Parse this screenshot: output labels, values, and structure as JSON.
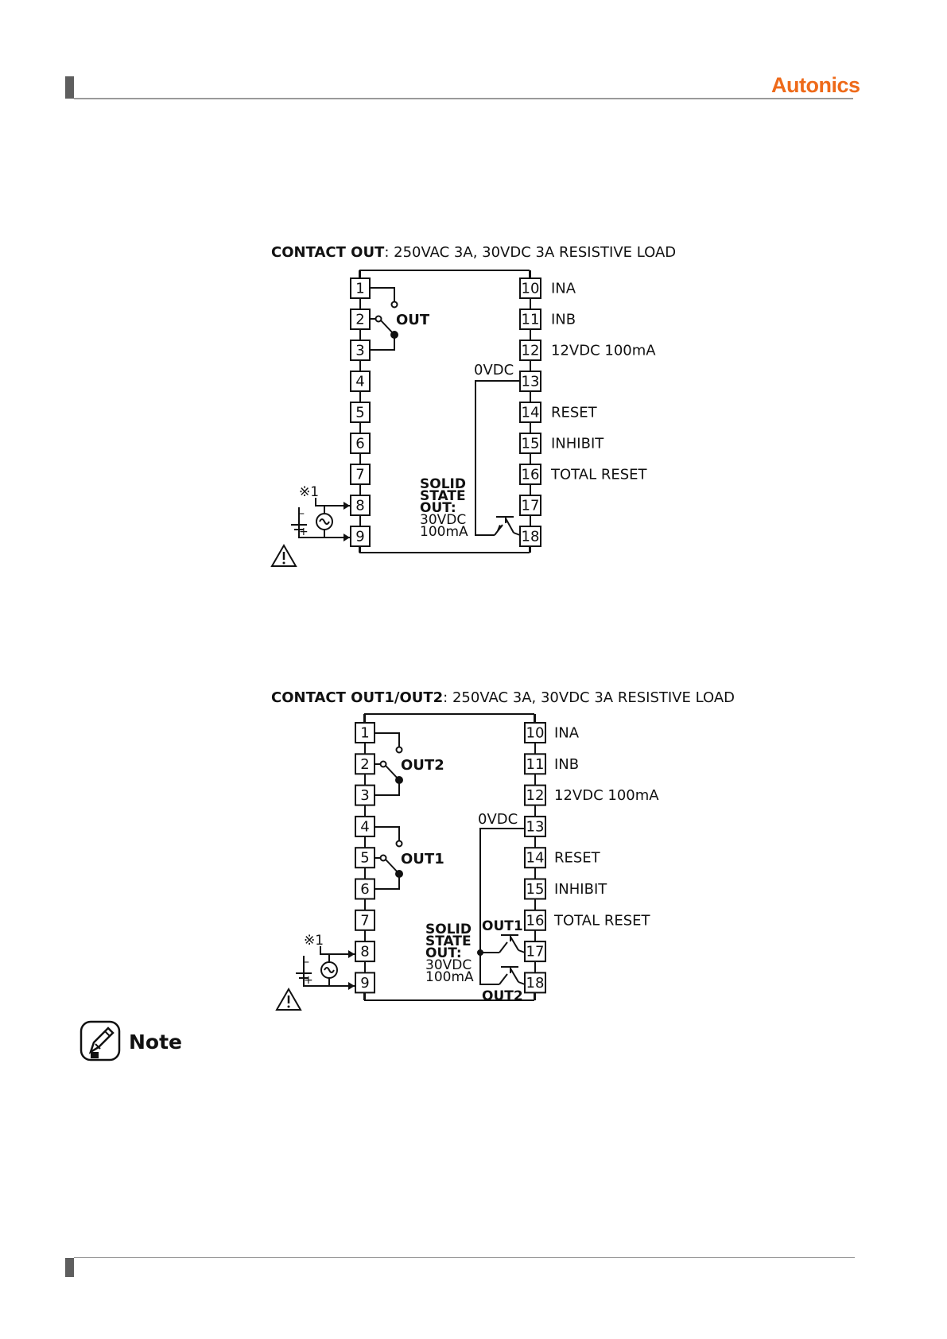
{
  "header": {
    "brand": "Autonics"
  },
  "diagram1": {
    "title_bold": "CONTACT OUT",
    "title_rest": ": 250VAC 3A, 30VDC 3A RESISTIVE LOAD",
    "left_terminals": [
      "1",
      "2",
      "3",
      "4",
      "5",
      "6",
      "7",
      "8",
      "9"
    ],
    "right_terminals": [
      "10",
      "11",
      "12",
      "13",
      "14",
      "15",
      "16",
      "17",
      "18"
    ],
    "right_labels": [
      "INA",
      "INB",
      "12VDC 100mA",
      "",
      "RESET",
      "INHIBIT",
      "TOTAL RESET",
      "",
      ""
    ],
    "relay_label": "OUT",
    "ovdc": "0VDC",
    "ss_lines": [
      "SOLID",
      "STATE",
      "OUT:",
      "30VDC",
      "100mA"
    ],
    "note_mark": "※1"
  },
  "diagram2": {
    "title_bold": "CONTACT OUT1/OUT2",
    "title_rest": ": 250VAC 3A, 30VDC 3A RESISTIVE LOAD",
    "left_terminals": [
      "1",
      "2",
      "3",
      "4",
      "5",
      "6",
      "7",
      "8",
      "9"
    ],
    "right_terminals": [
      "10",
      "11",
      "12",
      "13",
      "14",
      "15",
      "16",
      "17",
      "18"
    ],
    "right_labels": [
      "INA",
      "INB",
      "12VDC 100mA",
      "",
      "RESET",
      "INHIBIT",
      "TOTAL RESET",
      "",
      ""
    ],
    "relay1_label": "OUT2",
    "relay2_label": "OUT1",
    "ovdc": "0VDC",
    "ss_lines": [
      "SOLID",
      "STATE",
      "OUT:",
      "30VDC",
      "100mA"
    ],
    "ss_out1": "OUT1",
    "ss_out2": "OUT2",
    "note_mark": "※1"
  },
  "note": {
    "label": "Note"
  }
}
